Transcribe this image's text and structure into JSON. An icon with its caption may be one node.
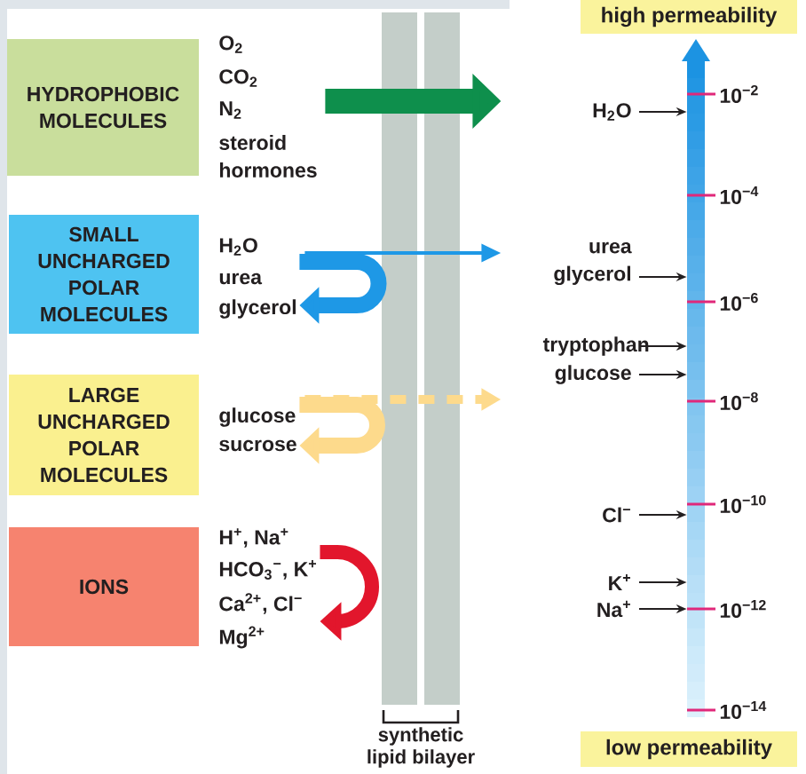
{
  "diagram": {
    "nodes": [
      {
        "text": [
          "HYDROPHOBIC MOLECULES"
        ]
      },
      {
        "text": [
          "O$_{2}$",
          "CO$_{2}$",
          "N$_{2}$",
          "steroid hormones"
        ]
      },
      {
        "text": [
          "SMALL UNCHARGED POLAR MOLECULES"
        ]
      },
      {
        "text": [
          "H$_{2}$O",
          "urea",
          "glycerol"
        ]
      },
      {
        "text": [
          "LARGE UNCHARGED POLAR MOLECULES"
        ]
      },
      {
        "text": [
          "glucose",
          "sucrose"
        ]
      },
      {
        "text": [
          "IONS"
        ]
      },
      {
        "text": [
          "H$^{+}$, Na$^{+}$",
          "HCO$_{3}$$^{−}$, K$^{+}$",
          "Ca$^{2+}$, Cl$^{−}$",
          "Mg$^{2+}$"
        ]
      },
      {
        "text": [],
        "shape": "bar",
        "beside": [
          "synthetic lipid bilayer"
        ]
      },
      {
        "text": [
          "high permeability"
        ]
      },
      {
        "text": [],
        "shape": "bar",
        "beside": [
          "10$^{−2}$",
          "10$^{−4}$",
          "10$^{−6}$",
          "10$^{−8}$",
          "10$^{−10}$",
          "10$^{−12}$",
          "10$^{−14}$"
        ]
      },
      {
        "text": [
          "H$_{2}$O"
        ]
      },
      {
        "text": [
          "urea glycerol"
        ]
      },
      {
        "text": [
          "tryptophan"
        ]
      },
      {
        "text": [
          "glucose"
        ]
      },
      {
        "text": [
          "Cl$^{−}$"
        ]
      },
      {
        "text": [
          "K$^{+}$"
        ]
      },
      {
        "text": [
          "Na$^{+}$"
        ]
      },
      {
        "text": [
          "low permeability"
        ]
      }
    ],
    "edges": [
      {
        "from": 1,
        "to": 8,
        "arrow": "to",
        "style": "thick",
        "color": "#0e8f4c"
      },
      {
        "from": 3,
        "to": 8,
        "arrow": "to",
        "color": "#1e98e6"
      },
      {
        "from": 3,
        "to": 3,
        "arrow": "to",
        "style": "thick",
        "color": "#1e98e6"
      },
      {
        "from": 5,
        "to": 8,
        "arrow": "to",
        "style": "dashed",
        "color": "#fdda8c"
      },
      {
        "from": 5,
        "to": 5,
        "arrow": "to",
        "style": "thick",
        "color": "#fdda8c"
      },
      {
        "from": 7,
        "to": 7,
        "arrow": "to",
        "style": "thick",
        "color": "#e2162c"
      },
      {
        "from": 11,
        "to": 10,
        "arrow": "to"
      },
      {
        "from": 12,
        "to": 10,
        "arrow": "to"
      },
      {
        "from": 13,
        "to": 10,
        "arrow": "to"
      },
      {
        "from": 14,
        "to": 10,
        "arrow": "to"
      },
      {
        "from": 15,
        "to": 10,
        "arrow": "to"
      },
      {
        "from": 16,
        "to": 10,
        "arrow": "to"
      },
      {
        "from": 17,
        "to": 10,
        "arrow": "to"
      }
    ]
  }
}
